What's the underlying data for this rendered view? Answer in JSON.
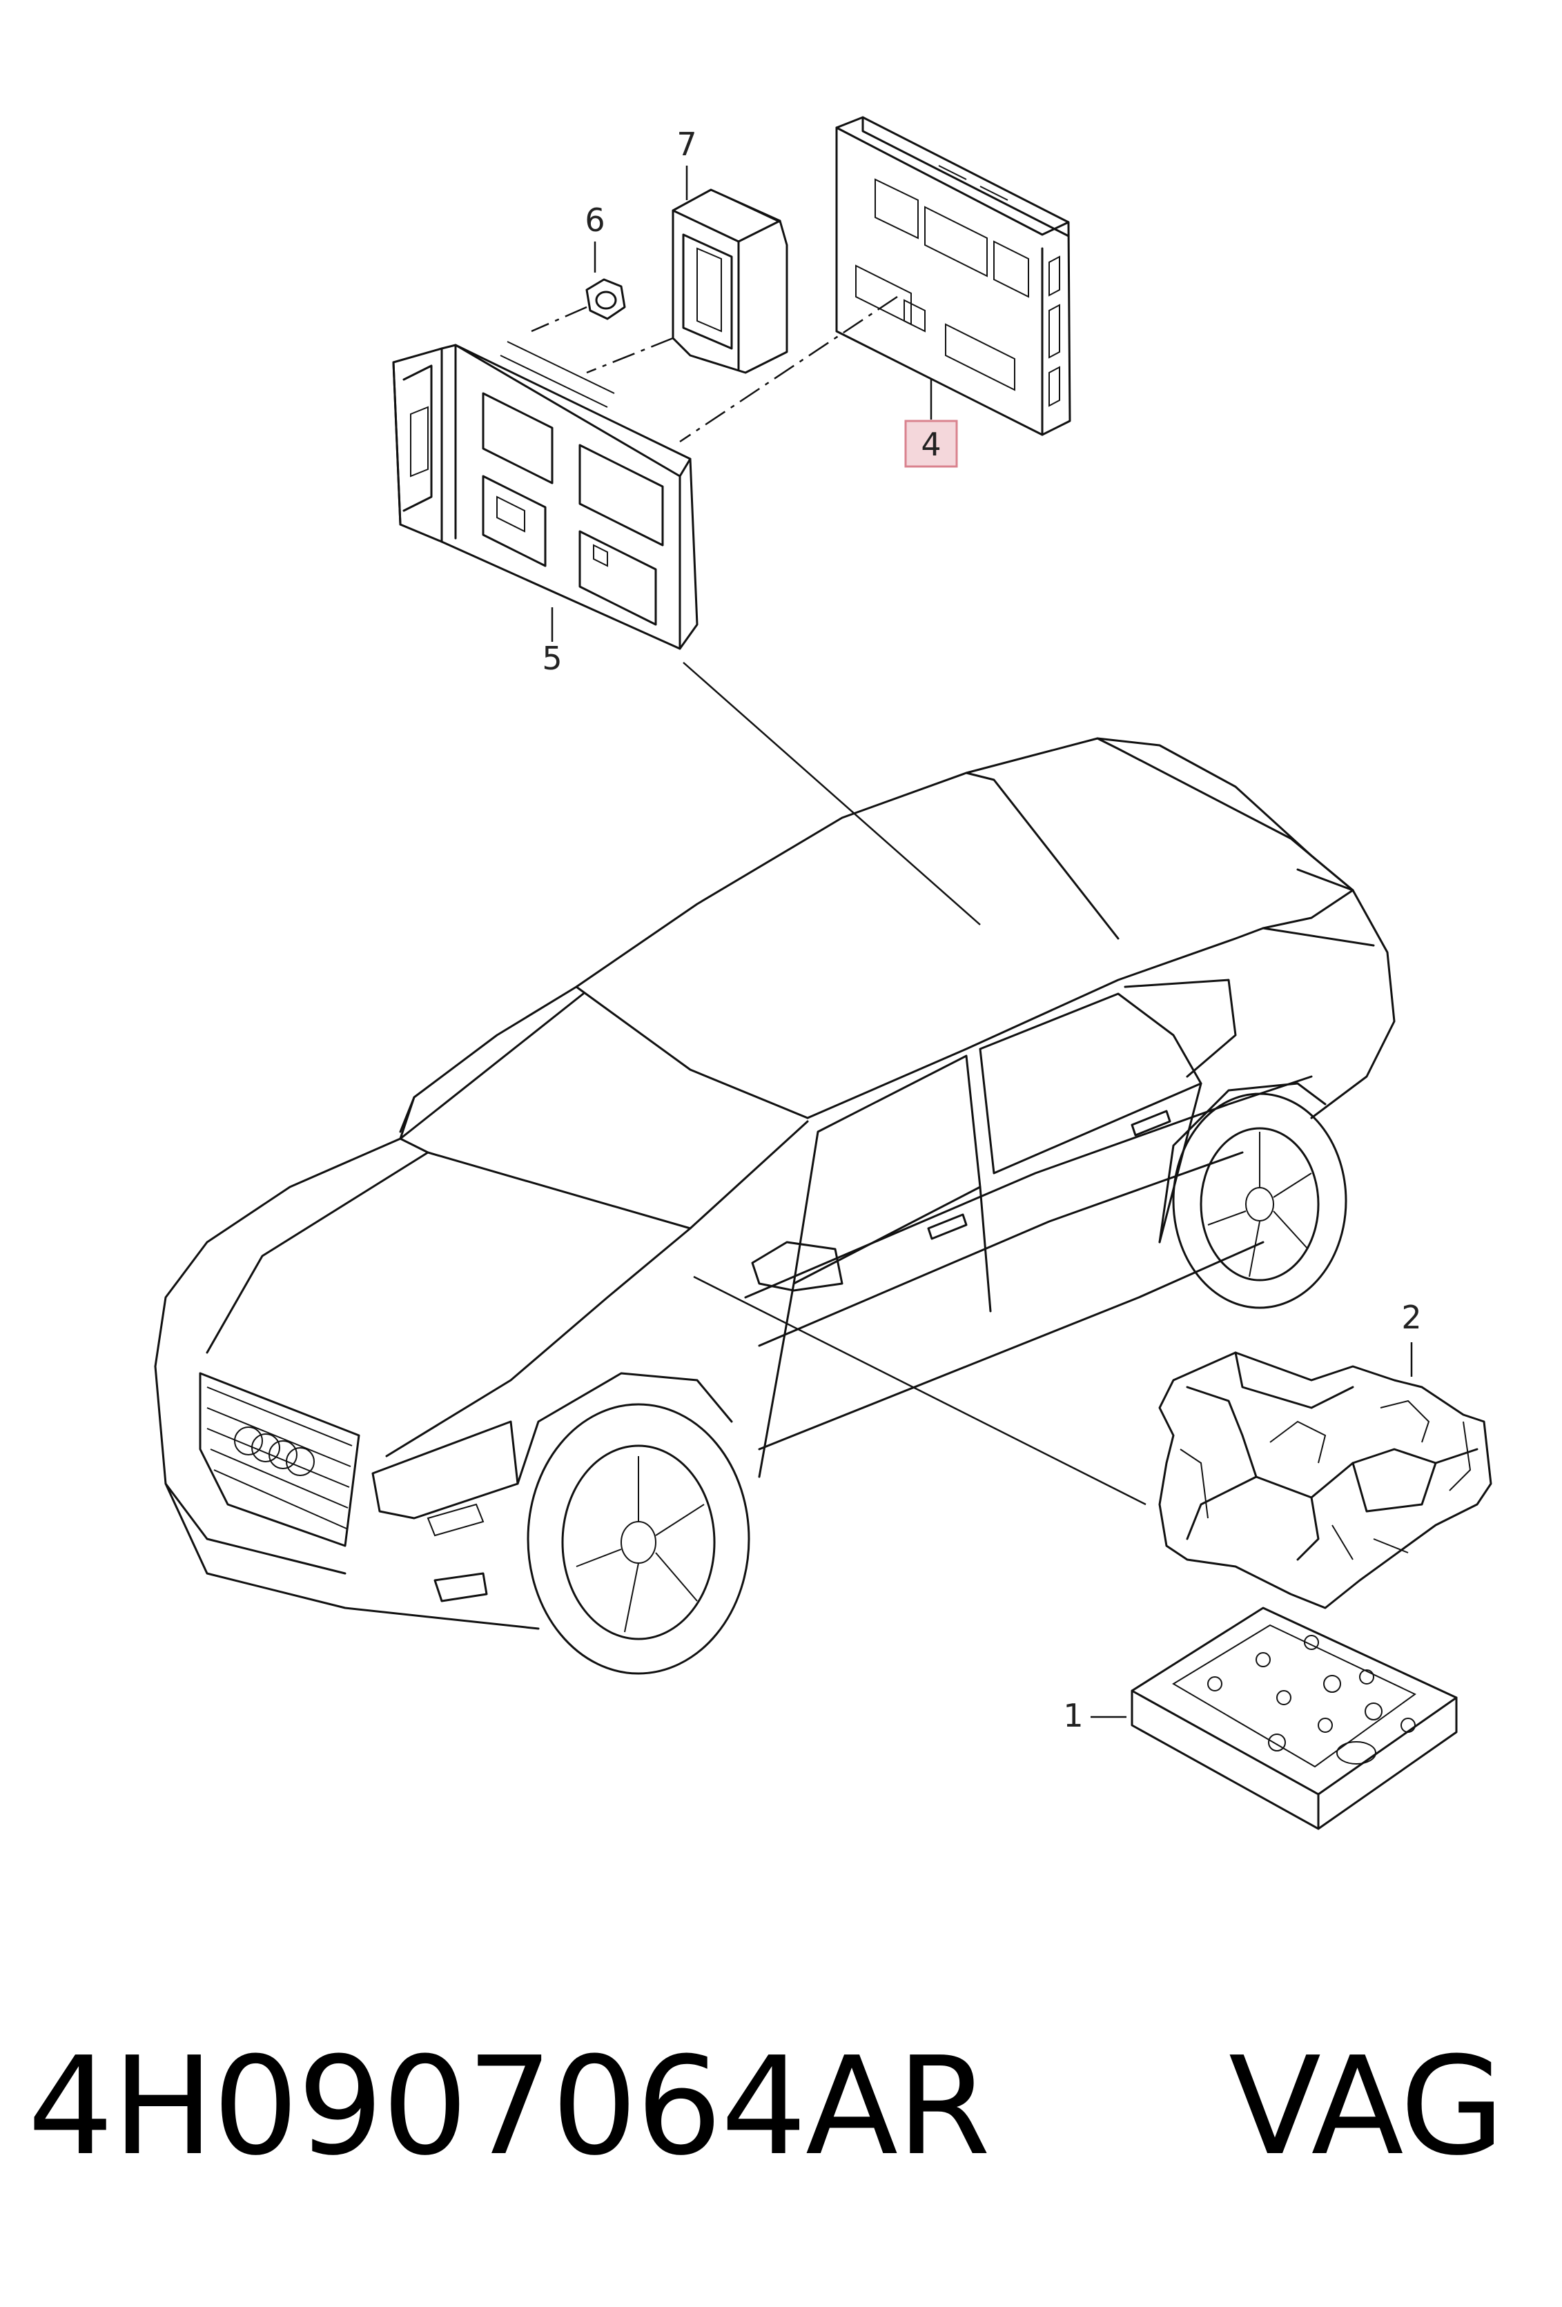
{
  "diagram": {
    "callouts": [
      {
        "id": "1",
        "label": "1"
      },
      {
        "id": "2",
        "label": "2"
      },
      {
        "id": "4",
        "label": "4",
        "highlighted": true,
        "highlight_color": "#f4d7db",
        "highlight_border": "#d9828e"
      },
      {
        "id": "5",
        "label": "5"
      },
      {
        "id": "6",
        "label": "6"
      },
      {
        "id": "7",
        "label": "7"
      }
    ]
  },
  "footer": {
    "part_number": "4H0907064AR",
    "brand": "VAG"
  }
}
